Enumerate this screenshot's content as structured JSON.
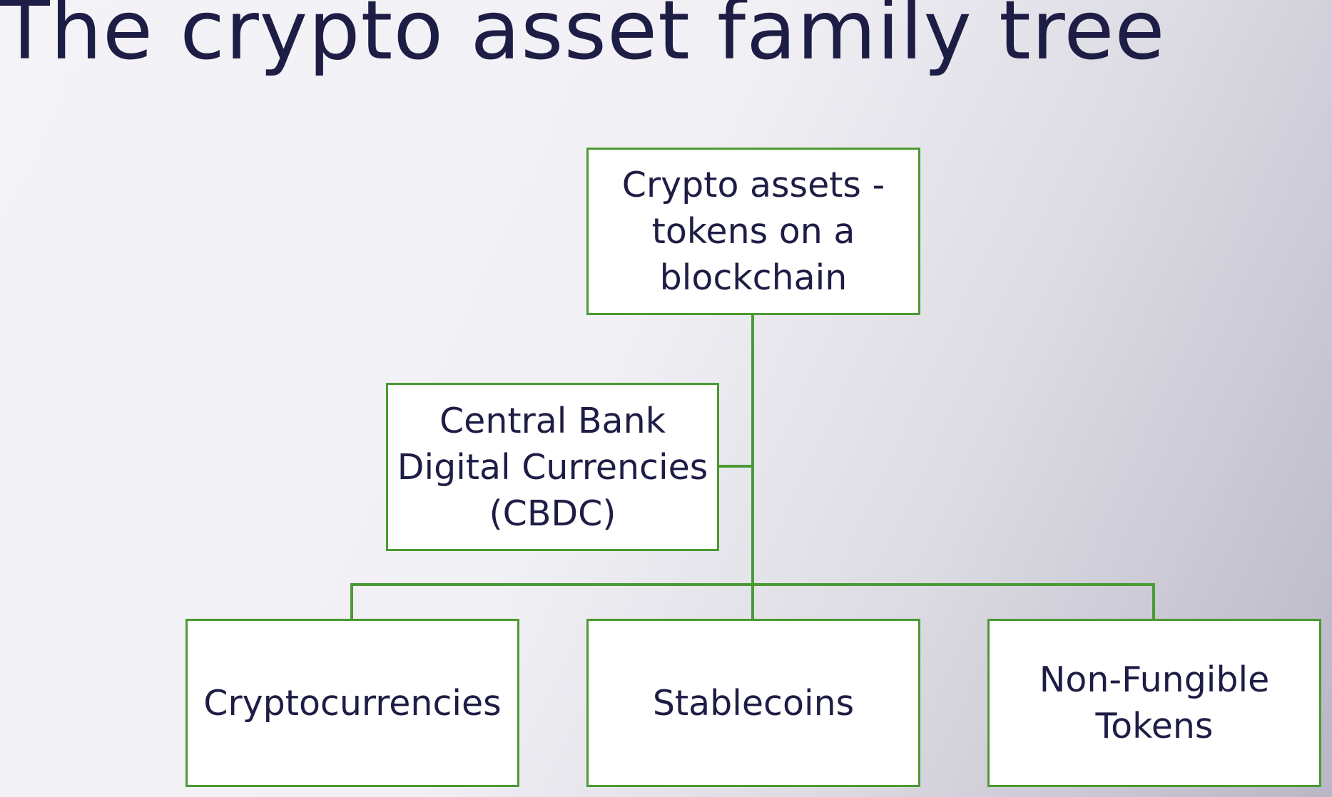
{
  "title": "The crypto asset family tree",
  "diagram": {
    "root": "Crypto assets -\ntokens on a\nblockchain",
    "side": "Central Bank\nDigital Currencies\n(CBDC)",
    "children": [
      "Cryptocurrencies",
      "Stablecoins",
      "Non-Fungible\nTokens"
    ],
    "colors": {
      "border": "#4b9a33",
      "text": "#1e1d45"
    }
  }
}
